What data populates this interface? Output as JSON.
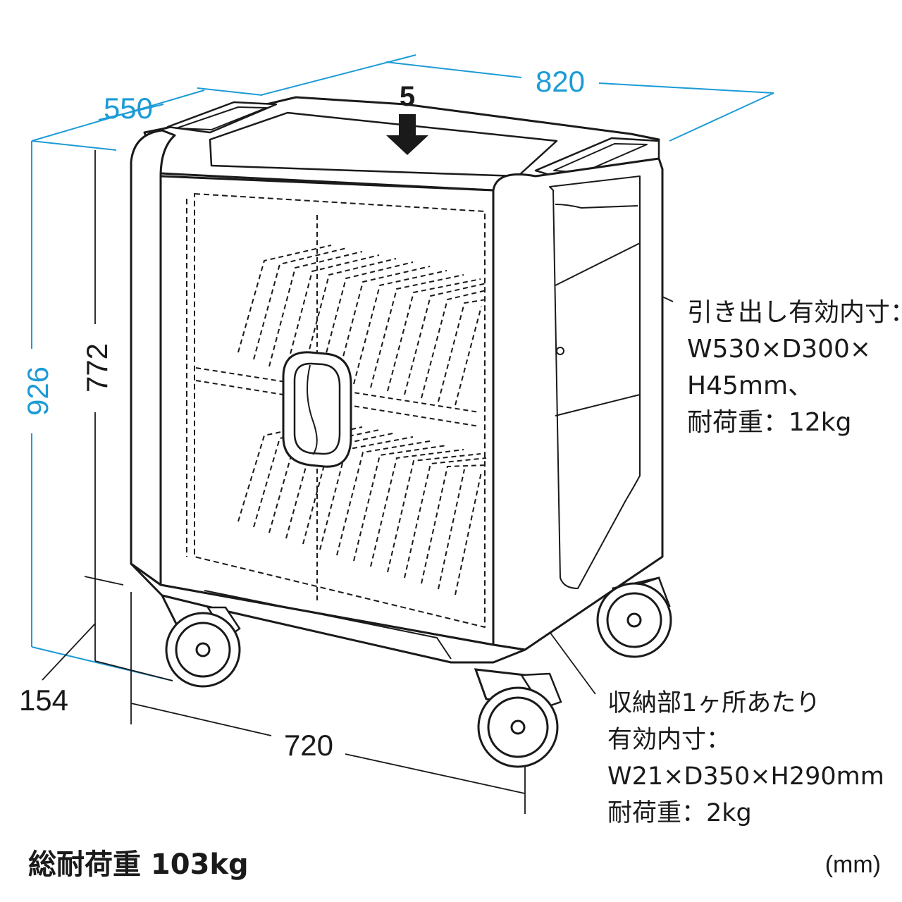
{
  "dimensions": {
    "width_total": "820",
    "depth": "550",
    "height_total": "926",
    "body_height": "772",
    "caster_height": "154",
    "body_width": "720"
  },
  "slot_label": "5",
  "drawer_note": {
    "lines": [
      "引き出し有効内寸：",
      "W530×D300×",
      "H45mm、",
      "耐荷重：12kg"
    ]
  },
  "storage_note": {
    "lines": [
      "収納部1ヶ所あたり",
      "有効内寸：",
      "W21×D350×H290mm",
      "耐荷重：2kg"
    ]
  },
  "footer": {
    "total_load": "総耐荷重 103kg",
    "unit": "(mm)"
  },
  "colors": {
    "dimension": "#1c9bd6",
    "line": "#1a1a1a"
  }
}
